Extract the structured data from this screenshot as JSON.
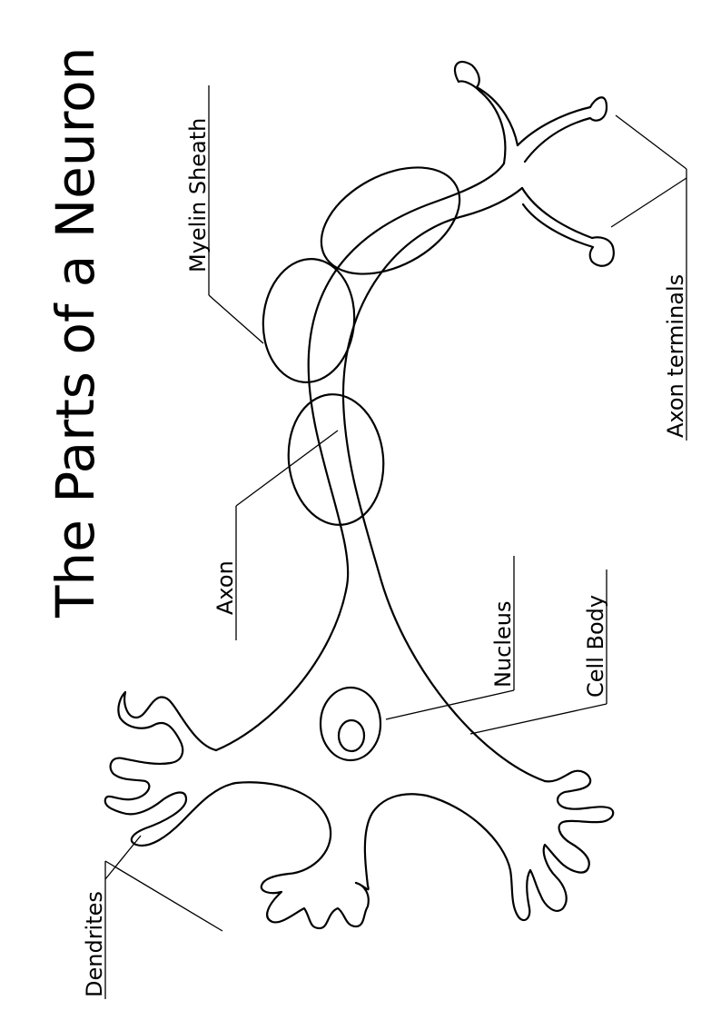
{
  "title": "The Parts of a Neuron",
  "labels": {
    "dendrites": "Dendrites",
    "axon": "Axon",
    "nucleus": "Nucleus",
    "cell_body": "Cell Body",
    "myelin_sheath": "Myelin Sheath",
    "axon_terminals": "Axon terminals"
  },
  "colors": {
    "line": "#000000",
    "background": "#ffffff"
  }
}
